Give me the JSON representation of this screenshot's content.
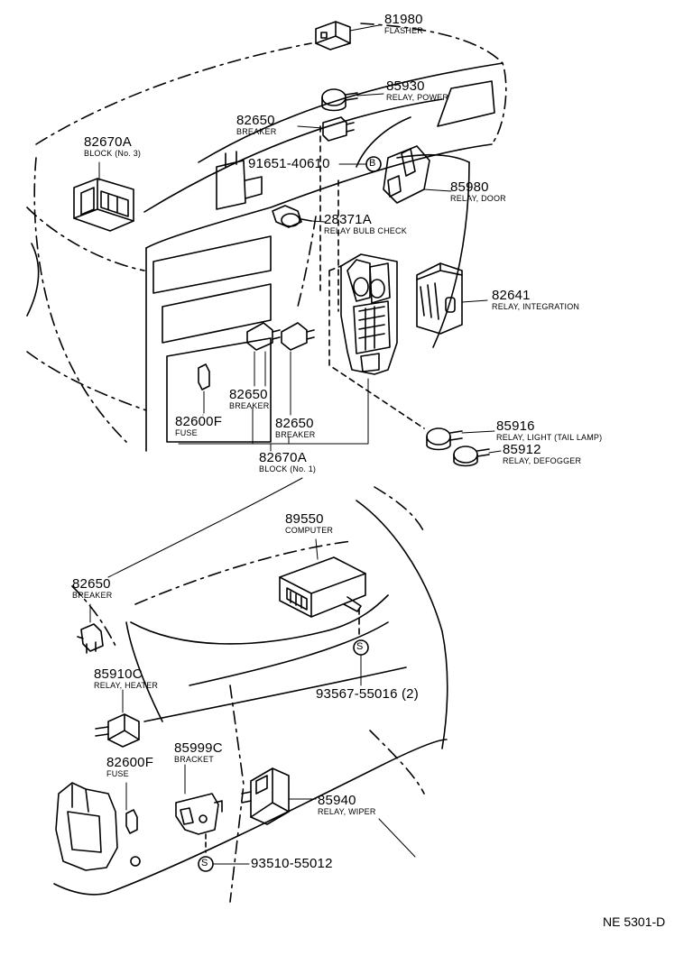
{
  "parts": [
    {
      "id": "p81980",
      "number": "81980",
      "name": "FLASHER"
    },
    {
      "id": "p85930",
      "number": "85930",
      "name": "RELAY, POWER"
    },
    {
      "id": "p82650a",
      "number": "82650",
      "name": "BREAKER"
    },
    {
      "id": "p82670a3",
      "number": "82670A",
      "name": "BLOCK (No. 3)"
    },
    {
      "id": "p91651",
      "number": "91651-40610",
      "name": ""
    },
    {
      "id": "p85980",
      "number": "85980",
      "name": "RELAY, DOOR"
    },
    {
      "id": "p28371",
      "number": "28371A",
      "name": "RELAY BULB CHECK"
    },
    {
      "id": "p82641",
      "number": "82641",
      "name": "RELAY, INTEGRATION"
    },
    {
      "id": "p82650b",
      "number": "82650",
      "name": "BREAKER"
    },
    {
      "id": "p82600f1",
      "number": "82600F",
      "name": "FUSE"
    },
    {
      "id": "p82650c",
      "number": "82650",
      "name": "BREAKER"
    },
    {
      "id": "p85916",
      "number": "85916",
      "name": "RELAY, LIGHT (TAIL LAMP)"
    },
    {
      "id": "p85912",
      "number": "85912",
      "name": "RELAY, DEFOGGER"
    },
    {
      "id": "p82670a1",
      "number": "82670A",
      "name": "BLOCK (No. 1)"
    },
    {
      "id": "p89550",
      "number": "89550",
      "name": "COMPUTER"
    },
    {
      "id": "p82650d",
      "number": "82650",
      "name": "BREAKER"
    },
    {
      "id": "p85910c",
      "number": "85910C",
      "name": "RELAY, HEATER"
    },
    {
      "id": "p93567",
      "number": "93567-55016 (2)",
      "name": ""
    },
    {
      "id": "p85999c",
      "number": "85999C",
      "name": "BRACKET"
    },
    {
      "id": "p82600f2",
      "number": "82600F",
      "name": "FUSE"
    },
    {
      "id": "p85940",
      "number": "85940",
      "name": "RELAY, WIPER"
    },
    {
      "id": "p93510",
      "number": "93510-55012",
      "name": ""
    }
  ],
  "markers": {
    "b": "B",
    "s1": "S",
    "s2": "S"
  },
  "diagram_code": "NE 5301-D"
}
